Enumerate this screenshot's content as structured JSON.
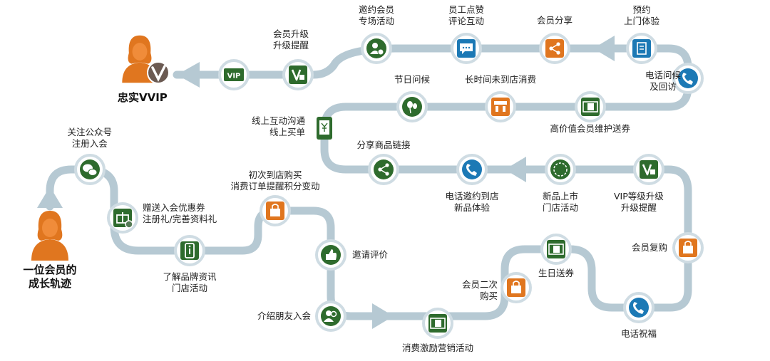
{
  "start": {
    "line1": "一位会员的",
    "line2": "成长轨迹"
  },
  "end": {
    "title": "忠实VVIP",
    "badge": "VIP"
  },
  "nodes": [
    {
      "id": "follow",
      "icon": "wechat-icon",
      "l1": "关注公众号",
      "l2": "注册入会"
    },
    {
      "id": "gift",
      "icon": "gift-icon",
      "l1": "赠送入会优惠券",
      "l2": "注册礼/完善资料礼"
    },
    {
      "id": "info",
      "icon": "info-phone-icon",
      "l1": "了解品牌资讯",
      "l2": "门店活动"
    },
    {
      "id": "firstbuy",
      "icon": "shopping-bag-icon",
      "l1": "初次到店购买",
      "l2": "消费订单提醒积分变动"
    },
    {
      "id": "review",
      "icon": "thumbs-up-icon",
      "l1": "邀请评价",
      "l2": ""
    },
    {
      "id": "referral",
      "icon": "users-icon",
      "l1": "介绍朋友入会",
      "l2": ""
    },
    {
      "id": "incentive",
      "icon": "coupon-icon",
      "l1": "消费激励营销活动",
      "l2": ""
    },
    {
      "id": "secondbuy",
      "icon": "shopping-bag-icon",
      "l1": "会员二次",
      "l2": "购买"
    },
    {
      "id": "birthday",
      "icon": "coupon-icon",
      "l1": "生日送券",
      "l2": ""
    },
    {
      "id": "blessing",
      "icon": "phone-icon",
      "l1": "电话祝福",
      "l2": ""
    },
    {
      "id": "repurchase",
      "icon": "shopping-bag-icon",
      "l1": "会员复购",
      "l2": ""
    },
    {
      "id": "vipupgrade",
      "icon": "vip-level-icon",
      "l1": "VIP等级升级",
      "l2": "升级提醒"
    },
    {
      "id": "newproduct",
      "icon": "new-badge-icon",
      "l1": "新品上市",
      "l2": "门店活动"
    },
    {
      "id": "invitenew",
      "icon": "phone-icon",
      "l1": "电话邀约到店",
      "l2": "新品体验"
    },
    {
      "id": "share",
      "icon": "share-icon",
      "l1": "分享商品链接",
      "l2": ""
    },
    {
      "id": "online",
      "icon": "mobile-yen-icon",
      "l1": "线上互动沟通",
      "l2": "线上买单"
    },
    {
      "id": "holiday",
      "icon": "balloons-icon",
      "l1": "节日问候",
      "l2": ""
    },
    {
      "id": "longtime",
      "icon": "store-icon",
      "l1": "长时间未到店消费",
      "l2": ""
    },
    {
      "id": "highvalue",
      "icon": "coupon-icon",
      "l1": "高价值会员维护送券",
      "l2": ""
    },
    {
      "id": "callback",
      "icon": "phone-icon",
      "l1": "电话问候",
      "l2": "及回访"
    },
    {
      "id": "booking",
      "icon": "booking-icon",
      "l1": "预约",
      "l2": "上门体验"
    },
    {
      "id": "membershare",
      "icon": "share-icon",
      "l1": "会员分享",
      "l2": ""
    },
    {
      "id": "staffcomment",
      "icon": "chat-icon",
      "l1": "员工点赞",
      "l2": "评论互动"
    },
    {
      "id": "exclusive",
      "icon": "add-user-icon",
      "l1": "邀约会员",
      "l2": "专场活动"
    },
    {
      "id": "upgrade2",
      "icon": "vip-level-icon",
      "l1": "会员升级",
      "l2": "升级提醒"
    }
  ],
  "colors": {
    "track": "#b6c9d3",
    "green": "#2e6b2d",
    "orange": "#e0761f",
    "blue": "#1c79b5",
    "ring": "#cfdce3"
  }
}
